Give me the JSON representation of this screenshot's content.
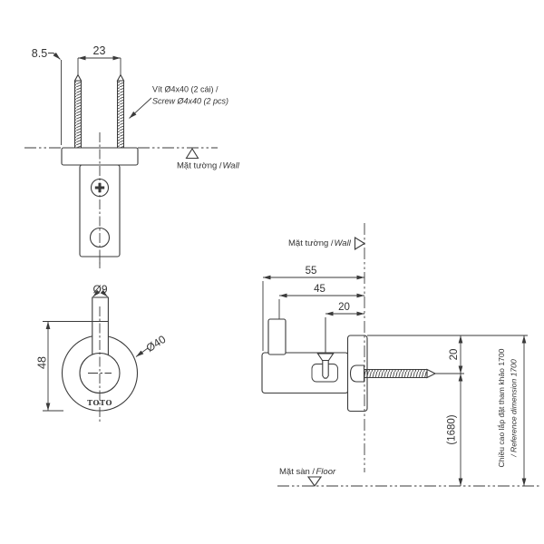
{
  "colors": {
    "line": "#3a3a3a",
    "text": "#333333",
    "background": "#ffffff"
  },
  "front_view": {
    "dim_edge_offset": "8.5",
    "dim_screw_spacing": "23",
    "screw_note_vi": "Vít Ø4x40 (2 cái) /",
    "screw_note_en": "Screw Ø4x40 (2 pcs)",
    "wall_label_vi": "Mặt tường /",
    "wall_label_en": "Wall"
  },
  "bottom_view": {
    "dim_pin_diameter": "Ø9",
    "dim_body_diameter": "Ø40",
    "dim_height": "48",
    "brand": "TOTO"
  },
  "side_view": {
    "wall_label_vi": "Mặt tường /",
    "wall_label_en": "Wall",
    "dim_total_depth": "55",
    "dim_pin_offset": "45",
    "dim_screw_offset": "20",
    "dim_top_to_screw": "20",
    "dim_screw_to_floor": "(1680)",
    "ref_height_vi": "Chiều cao lắp đặt tham khảo 1700",
    "ref_height_en": "/ Reference dimension 1700",
    "floor_label_vi": "Mặt sàn /",
    "floor_label_en": "Floor"
  }
}
